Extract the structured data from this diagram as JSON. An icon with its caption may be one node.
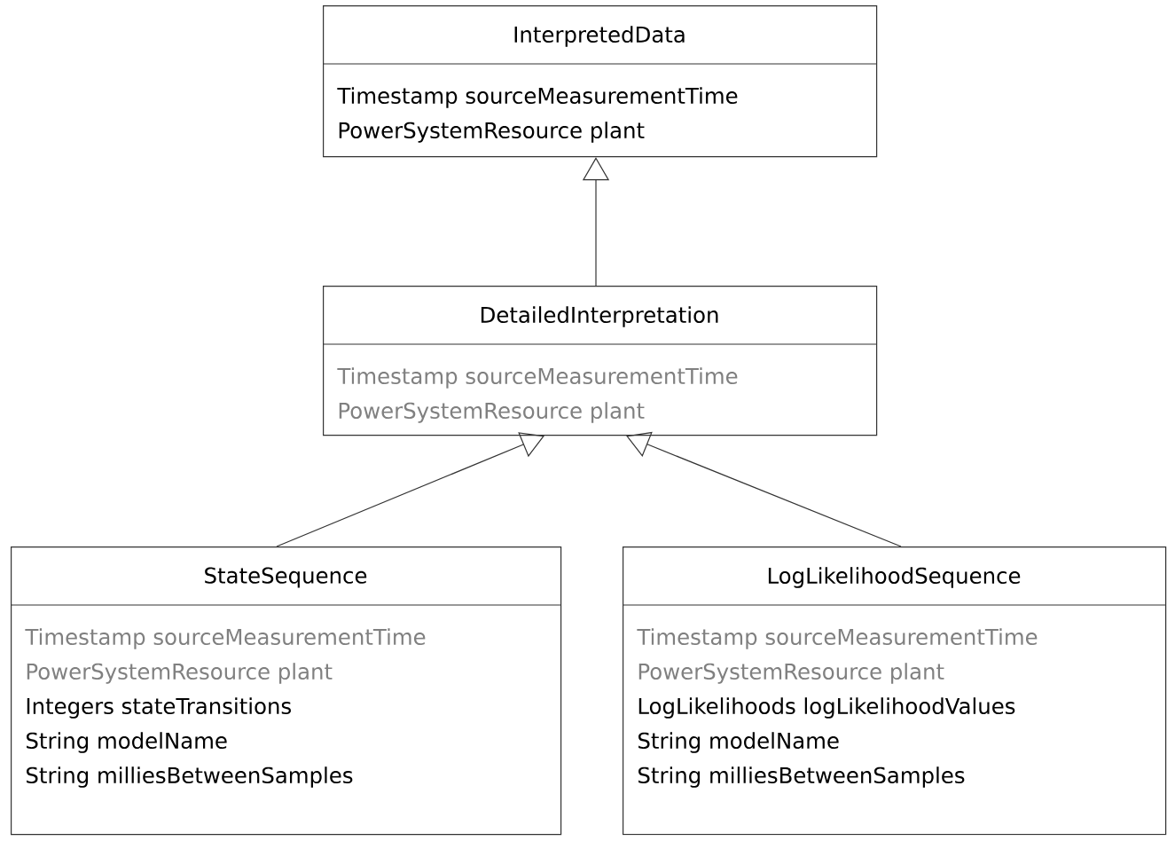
{
  "diagram": {
    "nodes": [
      {
        "text": [
          "InterpretedData",
          "Timestamp sourceMeasurementTime",
          "PowerSystemResource plant"
        ]
      },
      {
        "text": [
          "DetailedInterpretation",
          "Timestamp sourceMeasurementTime",
          "PowerSystemResource plant"
        ]
      },
      {
        "text": [
          "StateSequence",
          "Timestamp sourceMeasurementTime",
          "PowerSystemResource plant",
          "Integers stateTransitions",
          "String modelName",
          "String milliesBetweenSamples"
        ]
      },
      {
        "text": [
          "LogLikelihoodSequence",
          "Timestamp sourceMeasurementTime",
          "PowerSystemResource plant",
          "LogLikelihoods logLikelihoodValues",
          "String modelName",
          "String milliesBetweenSamples"
        ]
      }
    ],
    "edges": [
      {
        "from": 1,
        "to": 0,
        "arrow": "to"
      },
      {
        "from": 2,
        "to": 1,
        "arrow": "to"
      },
      {
        "from": 3,
        "to": 1,
        "arrow": "to"
      }
    ]
  }
}
